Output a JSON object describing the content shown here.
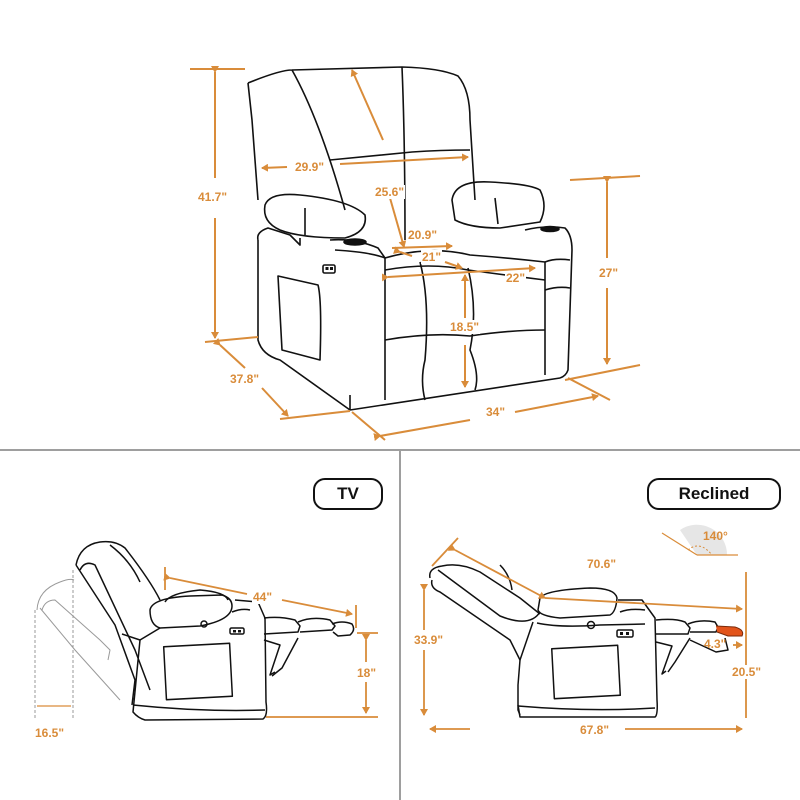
{
  "colors": {
    "dimension": "#d98c3a",
    "outline": "#111111",
    "divider": "#9e9e9e",
    "footrest_highlight": "#e2541b",
    "angle_fill": "#e6e6e6"
  },
  "front_view": {
    "dimensions": {
      "overall_height": "41.7\"",
      "back_width": "29.9\"",
      "back_height": "25.6\"",
      "seat_width_front": "20.9\"",
      "seat_depth": "21\"",
      "seat_width": "22\"",
      "seat_height": "18.5\"",
      "arm_height": "27\"",
      "overall_depth": "37.8\"",
      "overall_width": "34\""
    }
  },
  "tv_view": {
    "label": "TV",
    "dimensions": {
      "wall_clearance": "16.5\"",
      "length": "44\"",
      "footrest_height": "18\""
    }
  },
  "reclined_view": {
    "label": "Reclined",
    "dimensions": {
      "recline_angle": "140°",
      "diagonal_length": "70.6\"",
      "height": "33.9\"",
      "footrest_extension": "4.3\"",
      "footrest_height": "20.5\"",
      "overall_length": "67.8\""
    }
  }
}
